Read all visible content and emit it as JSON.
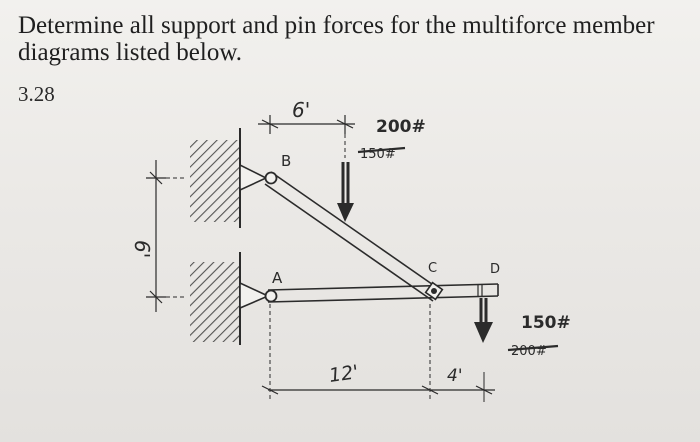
{
  "problem": {
    "prompt": "Determine all support and pin forces for the multiforce member diagrams listed below.",
    "number": "3.28"
  },
  "figure": {
    "labels": {
      "pin_b": "B",
      "pin_a": "A",
      "pin_c": "C",
      "end_d": "D"
    },
    "dimensions": {
      "top_span": "6'",
      "vertical_span": "6'",
      "bottom_span_long": "12'",
      "bottom_span_short": "4'"
    },
    "loads": {
      "load_top": "200#",
      "load_top_crossed": "150#",
      "load_right": "150#",
      "load_right_crossed": "200#"
    },
    "colors": {
      "ink": "#2b2b2b",
      "wall": "#3a3a3a"
    }
  }
}
